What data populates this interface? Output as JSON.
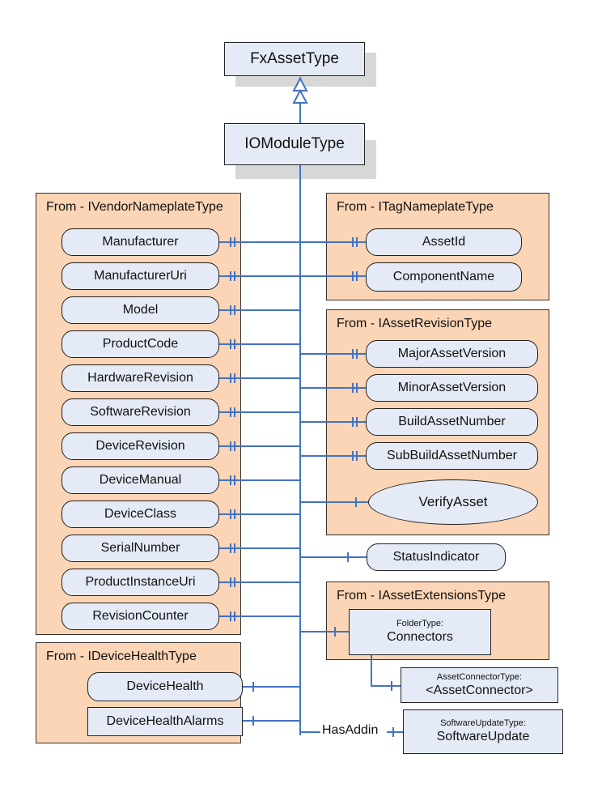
{
  "types": {
    "top": "FxAssetType",
    "main": "IOModuleType"
  },
  "vendor_panel": {
    "title": "From - IVendorNameplateType",
    "items": [
      "Manufacturer",
      "ManufacturerUri",
      "Model",
      "ProductCode",
      "HardwareRevision",
      "SoftwareRevision",
      "DeviceRevision",
      "DeviceManual",
      "DeviceClass",
      "SerialNumber",
      "ProductInstanceUri",
      "RevisionCounter"
    ]
  },
  "tag_panel": {
    "title": "From - ITagNameplateType",
    "items": [
      "AssetId",
      "ComponentName"
    ]
  },
  "revision_panel": {
    "title": "From - IAssetRevisionType",
    "items": [
      "MajorAssetVersion",
      "MinorAssetVersion",
      "BuildAssetNumber",
      "SubBuildAssetNumber"
    ],
    "method": "VerifyAsset"
  },
  "status_indicator": "StatusIndicator",
  "extensions_panel": {
    "title": "From - IAssetExtensionsType",
    "folder_type": "FolderType:",
    "folder_name": "Connectors"
  },
  "asset_connector": {
    "type": "AssetConnectorType:",
    "name": "<AssetConnector>"
  },
  "health_panel": {
    "title": "From - IDeviceHealthType",
    "items": [
      "DeviceHealth",
      "DeviceHealthAlarms"
    ]
  },
  "has_addin_label": "HasAddin",
  "software_update": {
    "type": "SoftwareUpdateType:",
    "name": "SoftwareUpdate"
  },
  "colors": {
    "panel_fill": "#fbd5b5",
    "node_fill": "#e4ebf6",
    "line": "#4472c4",
    "shadow": "#d7d7d7"
  }
}
